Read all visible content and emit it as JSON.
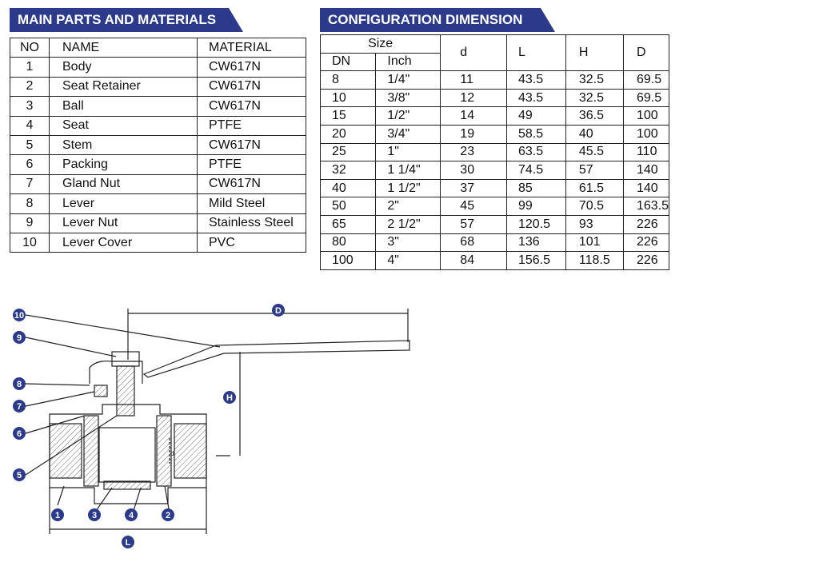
{
  "parts": {
    "title": "MAIN PARTS AND MATERIALS",
    "headers": {
      "no": "NO",
      "name": "NAME",
      "material": "MATERIAL"
    },
    "rows": [
      {
        "no": "1",
        "name": "Body",
        "material": "CW617N"
      },
      {
        "no": "2",
        "name": "Seat Retainer",
        "material": "CW617N"
      },
      {
        "no": "3",
        "name": "Ball",
        "material": "CW617N"
      },
      {
        "no": "4",
        "name": "Seat",
        "material": "PTFE"
      },
      {
        "no": "5",
        "name": "Stem",
        "material": "CW617N"
      },
      {
        "no": "6",
        "name": "Packing",
        "material": "PTFE"
      },
      {
        "no": "7",
        "name": "Gland Nut",
        "material": "CW617N"
      },
      {
        "no": "8",
        "name": "Lever",
        "material": "Mild Steel"
      },
      {
        "no": "9",
        "name": "Lever Nut",
        "material": "Stainless Steel"
      },
      {
        "no": "10",
        "name": "Lever Cover",
        "material": "PVC"
      }
    ]
  },
  "config": {
    "title": "CONFIGURATION DIMENSION",
    "headers": {
      "size": "Size",
      "dn": "DN",
      "inch": "Inch",
      "d": "d",
      "L": "L",
      "H": "H",
      "D": "D"
    },
    "rows": [
      {
        "dn": "8",
        "inch": "1/4\"",
        "d": "11",
        "L": "43.5",
        "H": "32.5",
        "D": "69.5"
      },
      {
        "dn": "10",
        "inch": "3/8\"",
        "d": "12",
        "L": "43.5",
        "H": "32.5",
        "D": "69.5"
      },
      {
        "dn": "15",
        "inch": "1/2\"",
        "d": "14",
        "L": "49",
        "H": "36.5",
        "D": "100"
      },
      {
        "dn": "20",
        "inch": "3/4\"",
        "d": "19",
        "L": "58.5",
        "H": "40",
        "D": "100"
      },
      {
        "dn": "25",
        "inch": "1\"",
        "d": "23",
        "L": "63.5",
        "H": "45.5",
        "D": "110"
      },
      {
        "dn": "32",
        "inch": "1 1/4\"",
        "d": "30",
        "L": "74.5",
        "H": "57",
        "D": "140"
      },
      {
        "dn": "40",
        "inch": "1 1/2\"",
        "d": "37",
        "L": "85",
        "H": "61.5",
        "D": "140"
      },
      {
        "dn": "50",
        "inch": "2\"",
        "d": "45",
        "L": "99",
        "H": "70.5",
        "D": "163.5"
      },
      {
        "dn": "65",
        "inch": "2 1/2\"",
        "d": "57",
        "L": "120.5",
        "H": "93",
        "D": "226"
      },
      {
        "dn": "80",
        "inch": "3\"",
        "d": "68",
        "L": "136",
        "H": "101",
        "D": "226"
      },
      {
        "dn": "100",
        "inch": "4\"",
        "d": "84",
        "L": "156.5",
        "H": "118.5",
        "D": "226"
      }
    ]
  },
  "diagram": {
    "badge_color": "#2c3a8c",
    "labels": [
      "1",
      "2",
      "3",
      "4",
      "5",
      "6",
      "7",
      "8",
      "9",
      "10"
    ],
    "dims": {
      "D": "D",
      "H": "H",
      "L": "L",
      "d": "d"
    }
  }
}
